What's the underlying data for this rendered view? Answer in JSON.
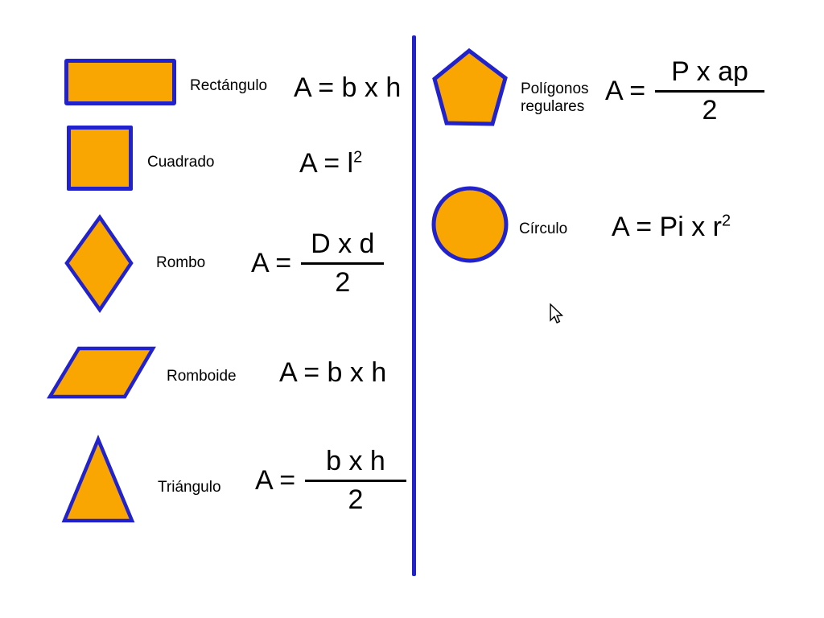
{
  "colors": {
    "page_bg": "#ffffff",
    "shape_fill": "#F9A602",
    "shape_stroke": "#2222CC",
    "divider": "#2222CC",
    "text": "#000000"
  },
  "rows": {
    "rectangulo": {
      "label": "Rectángulo",
      "formula": "A = b x h"
    },
    "cuadrado": {
      "label": "Cuadrado",
      "formula_base": "A = l",
      "formula_sup": "2"
    },
    "rombo": {
      "label": "Rombo",
      "prefix": "A =",
      "numerator": "D x d",
      "denominator": "2"
    },
    "romboide": {
      "label": "Romboide",
      "formula": "A = b x h"
    },
    "triangulo": {
      "label": "Triángulo",
      "prefix": "A =",
      "numerator": "b x h",
      "denominator": "2"
    },
    "poligonos": {
      "label_line1": "Polígonos",
      "label_line2": "regulares",
      "prefix": "A =",
      "numerator": "P x ap",
      "denominator": "2"
    },
    "circulo": {
      "label": "Círculo",
      "formula_base": "A = Pi x r",
      "formula_sup": "2"
    }
  }
}
